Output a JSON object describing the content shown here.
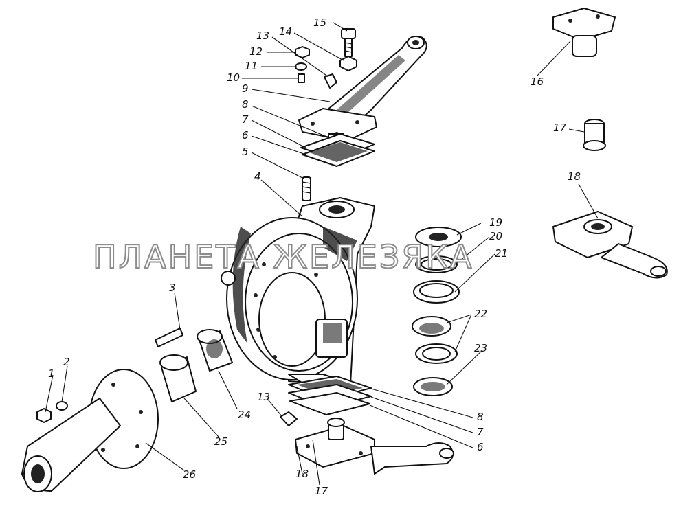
{
  "watermark": "ПЛАНЕТА ЖЕЛЕЗЯКА",
  "callouts": {
    "c1": "1",
    "c2": "2",
    "c3": "3",
    "c4": "4",
    "c5": "5",
    "c6": "6",
    "c7": "7",
    "c8": "8",
    "c9": "9",
    "c10": "10",
    "c11": "11",
    "c12": "12",
    "c13": "13",
    "c14": "14",
    "c15": "15",
    "c16": "16",
    "c17": "17",
    "c18": "18",
    "c19": "19",
    "c20": "20",
    "c21": "21",
    "c22": "22",
    "c23": "23",
    "c25": "25",
    "c24": "24",
    "c26": "26",
    "c6b": "6",
    "c7b": "7",
    "c8b": "8",
    "c13b": "13",
    "c17b": "17",
    "c18b": "18"
  }
}
